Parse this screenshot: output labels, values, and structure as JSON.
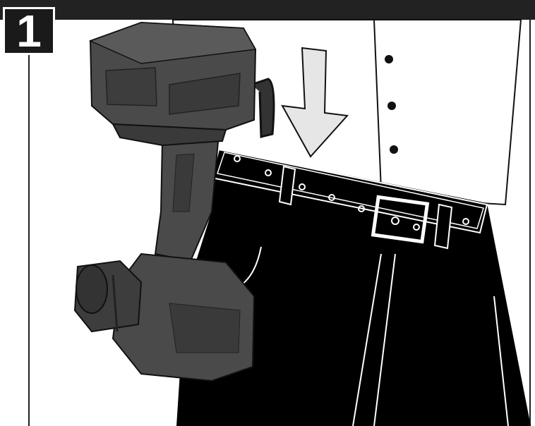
{
  "step": {
    "number": "1"
  },
  "illustration": {
    "subject": "drill-holstered-on-belt",
    "direction": "down"
  },
  "colors": {
    "ink": "#111111",
    "arrow_fill": "#e6e6e6",
    "drill_body": "#4a4a4a",
    "trousers": "#000000"
  }
}
